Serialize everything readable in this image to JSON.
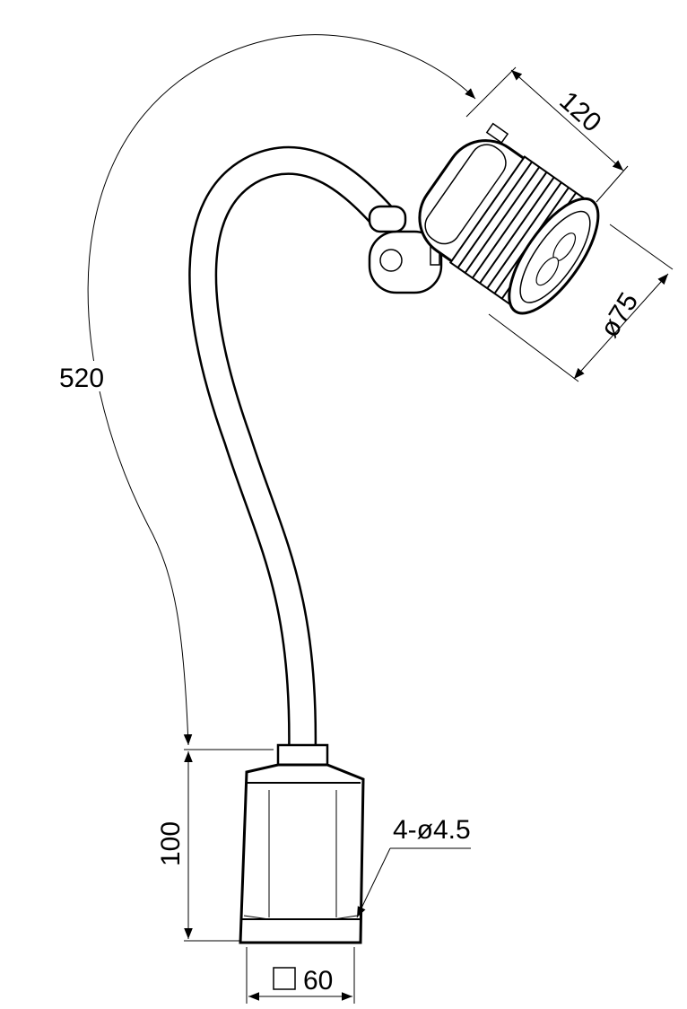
{
  "drawing": {
    "dimensions": {
      "arm_length": "520",
      "head_length": "120",
      "head_diameter": "ø75",
      "base_height": "100",
      "mount_holes": "4-ø4.5",
      "base_width": "60"
    },
    "colors": {
      "line": "#000000",
      "background": "#ffffff"
    }
  }
}
